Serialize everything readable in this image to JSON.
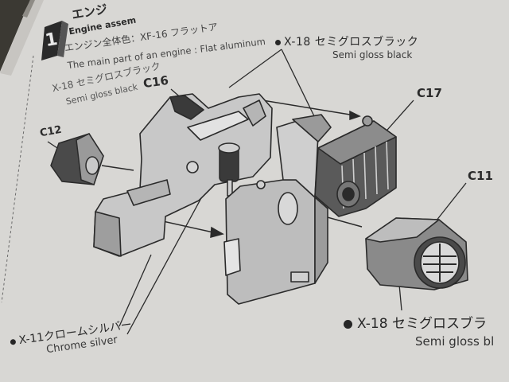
{
  "step": {
    "number": "1",
    "title_jp": "エンジ",
    "title_en": "Engine assem",
    "note_jp": "エンジン全体色：XF-16 フラットア",
    "note_en": "The main part of an engine : Flat aluminum"
  },
  "paints": {
    "x18_top": {
      "code_jp": "X-18 セミグロスブラック",
      "name_en": "Semi gloss black"
    },
    "x18_left": {
      "code_jp": "X-18 セミグロスブラック",
      "name_en": "Semi gloss black"
    },
    "x18_bottom": {
      "code_jp": "X-18 セミグロスブラ",
      "name_en": "Semi gloss bl"
    },
    "x11": {
      "code_jp": "X-11クロームシルバー",
      "name_en": "Chrome silver"
    }
  },
  "parts": {
    "c16": "C16",
    "c12": "C12",
    "c17": "C17",
    "c11": "C11"
  },
  "colors": {
    "paper": "#d9d8d5",
    "ink": "#2a2a2a",
    "part_fill": "#a9a9a9",
    "part_fill_light": "#c2c2c2",
    "part_fill_dark": "#555555",
    "table": "#3b3933"
  }
}
